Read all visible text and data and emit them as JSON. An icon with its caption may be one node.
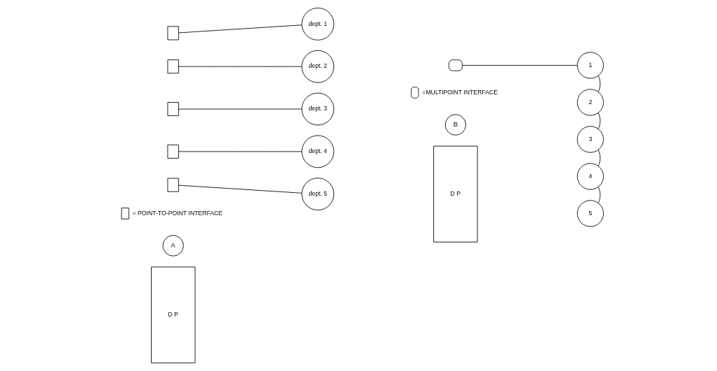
{
  "diagram": {
    "nodes": [
      {
        "text": [
          "D P"
        ]
      },
      {
        "text": [],
        "shape": "box"
      },
      {
        "text": [],
        "shape": "box"
      },
      {
        "text": [],
        "shape": "box"
      },
      {
        "text": [],
        "shape": "box"
      },
      {
        "text": [],
        "shape": "box"
      },
      {
        "text": [
          "dept. 1"
        ]
      },
      {
        "text": [
          "dept. 2"
        ]
      },
      {
        "text": [
          "dept. 3"
        ]
      },
      {
        "text": [
          "dept. 4"
        ]
      },
      {
        "text": [
          "dept. 5"
        ]
      },
      {
        "text": [
          "D P"
        ]
      },
      {
        "text": [],
        "shape": "semicircle"
      },
      {
        "text": [
          "1"
        ]
      },
      {
        "text": [
          "2"
        ]
      },
      {
        "text": [
          "3"
        ]
      },
      {
        "text": [
          "4"
        ]
      },
      {
        "text": [
          "5"
        ]
      },
      {
        "text": [
          "A"
        ]
      },
      {
        "text": [
          "B"
        ]
      }
    ],
    "edges": [
      {
        "from": 1,
        "to": 6,
        "arrow": "none"
      },
      {
        "from": 2,
        "to": 7,
        "arrow": "none"
      },
      {
        "from": 3,
        "to": 8,
        "arrow": "none"
      },
      {
        "from": 4,
        "to": 9,
        "arrow": "none"
      },
      {
        "from": 5,
        "to": 10,
        "arrow": "none"
      },
      {
        "from": 12,
        "to": 13,
        "arrow": "none"
      },
      {
        "from": 13,
        "to": 14,
        "arrow": "none"
      },
      {
        "from": 14,
        "to": 15,
        "arrow": "none"
      },
      {
        "from": 15,
        "to": 16,
        "arrow": "none"
      },
      {
        "from": 16,
        "to": 17,
        "arrow": "none"
      }
    ],
    "legend": [
      {
        "text": "= POINT-TO-POINT INTERFACE"
      },
      {
        "text": "=MULTIPOINT INTERFACE"
      }
    ]
  }
}
